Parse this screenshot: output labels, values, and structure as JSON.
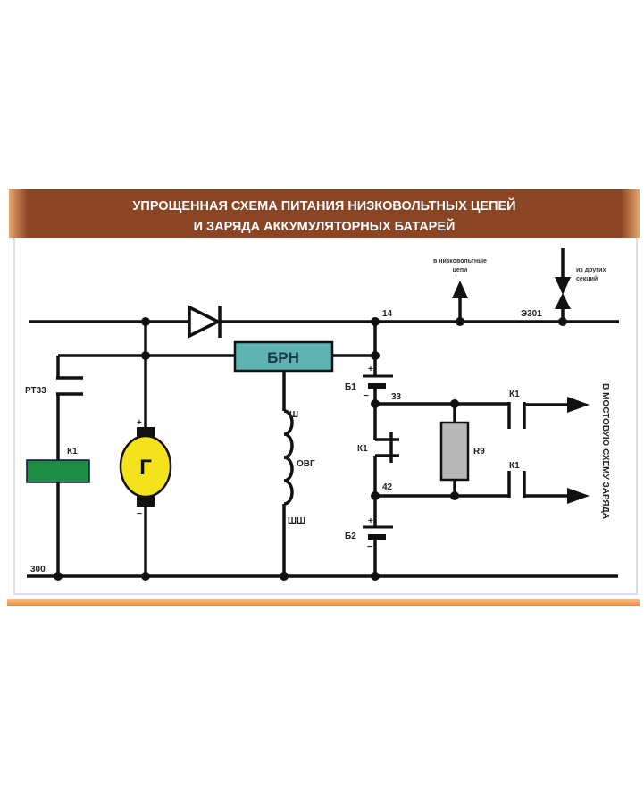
{
  "title": {
    "line1": "УПРОЩЕННАЯ СХЕМА ПИТАНИЯ НИЗКОВОЛЬТНЫХ ЦЕПЕЙ",
    "line2": "И ЗАРЯДА АККУМУЛЯТОРНЫХ БАТАРЕЙ"
  },
  "labels": {
    "node14": "14",
    "e301": "Э301",
    "to_low_voltage_1": "в низковольтные",
    "to_low_voltage_2": "цепи",
    "from_other_1": "из других",
    "from_other_2": "секций",
    "brn": "БРН",
    "rt33": "РТ33",
    "k1_coil": "К1",
    "generator": "Г",
    "gen_plus": "+",
    "gen_minus": "−",
    "sh": "Ш",
    "ovg": "ОВГ",
    "shsh": "ШШ",
    "b1": "Б1",
    "b1_plus": "+",
    "b1_minus": "−",
    "node33": "33",
    "k1_nc": "К1",
    "node42": "42",
    "b2": "Б2",
    "b2_plus": "+",
    "b2_minus": "−",
    "r9": "R9",
    "k1_top": "К1",
    "k1_bottom": "К1",
    "to_bridge": "В МОСТОВУЮ СХЕМУ ЗАРЯДА",
    "node300": "300"
  },
  "colors": {
    "header": "#8a4524",
    "brn_box": "#5fb3b3",
    "k1_coil": "#1e8c44",
    "generator": "#f4e21c",
    "resistor": "#b8b8b8",
    "accent_line": "#f2a35c"
  }
}
